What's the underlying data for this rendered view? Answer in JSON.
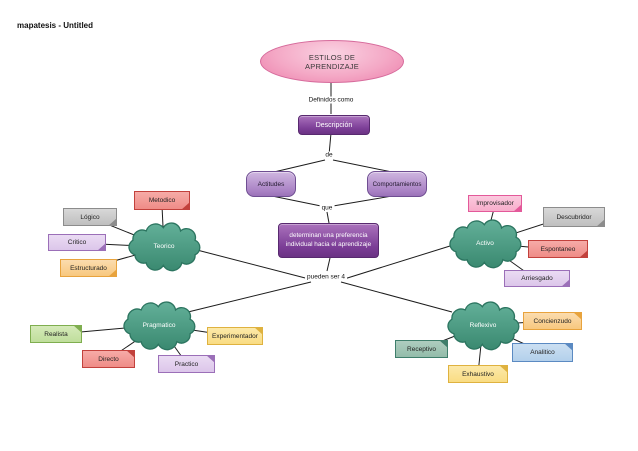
{
  "window": {
    "title": "mapatesis - Untitled"
  },
  "root_node": {
    "label": "ESTILOS DE\nAPRENDIZAJE"
  },
  "connector_labels": {
    "definidos_como": "Definidos como",
    "de": "de",
    "que": "que",
    "pueden_ser": "pueden ser 4"
  },
  "nodes": {
    "descripcion": "Descripción",
    "actitudes": "Actitudes",
    "comportamientos": "Comportamientos",
    "preferencia": "determinan una preferencia individual hacia el aprendizaje"
  },
  "clouds": [
    {
      "label": "Teorico",
      "notes": [
        {
          "label": "Metodico",
          "color": "red"
        },
        {
          "label": "Lógico",
          "color": "gray"
        },
        {
          "label": "Critico",
          "color": "lavender"
        },
        {
          "label": "Estructurado",
          "color": "orange"
        }
      ]
    },
    {
      "label": "Activo",
      "notes": [
        {
          "label": "Improvisador",
          "color": "pink"
        },
        {
          "label": "Descubridor",
          "color": "gray"
        },
        {
          "label": "Espontaneo",
          "color": "red"
        },
        {
          "label": "Arriesgado",
          "color": "lavender"
        }
      ]
    },
    {
      "label": "Pragmatico",
      "notes": [
        {
          "label": "Realista",
          "color": "green"
        },
        {
          "label": "Experimentador",
          "color": "yellow"
        },
        {
          "label": "Directo",
          "color": "red"
        },
        {
          "label": "Practico",
          "color": "lavender"
        }
      ]
    },
    {
      "label": "Reflexivo",
      "notes": [
        {
          "label": "Concienzudo",
          "color": "orange"
        },
        {
          "label": "Receptivo",
          "color": "teal"
        },
        {
          "label": "Analitico",
          "color": "blue"
        },
        {
          "label": "Exhaustivo",
          "color": "yellow"
        }
      ]
    }
  ],
  "edges": [
    {
      "from": "ESTILOS DE APRENDIZAJE",
      "to": "Descripción",
      "label": "Definidos como"
    },
    {
      "from": "Descripción",
      "to": "Actitudes",
      "label": "de"
    },
    {
      "from": "Descripción",
      "to": "Comportamientos",
      "label": "de"
    },
    {
      "from": "Actitudes",
      "to": "determinan una preferencia individual hacia el aprendizaje",
      "label": "que"
    },
    {
      "from": "Comportamientos",
      "to": "determinan una preferencia individual hacia el aprendizaje",
      "label": "que"
    },
    {
      "from": "determinan una preferencia individual hacia el aprendizaje",
      "to": "Teorico",
      "label": "pueden ser 4"
    },
    {
      "from": "determinan una preferencia individual hacia el aprendizaje",
      "to": "Activo",
      "label": "pueden ser 4"
    },
    {
      "from": "determinan una preferencia individual hacia el aprendizaje",
      "to": "Pragmatico",
      "label": "pueden ser 4"
    },
    {
      "from": "determinan una preferencia individual hacia el aprendizaje",
      "to": "Reflexivo",
      "label": "pueden ser 4"
    },
    {
      "from": "Teorico",
      "to": "Metodico"
    },
    {
      "from": "Teorico",
      "to": "Lógico"
    },
    {
      "from": "Teorico",
      "to": "Critico"
    },
    {
      "from": "Teorico",
      "to": "Estructurado"
    },
    {
      "from": "Activo",
      "to": "Improvisador"
    },
    {
      "from": "Activo",
      "to": "Descubridor"
    },
    {
      "from": "Activo",
      "to": "Espontaneo"
    },
    {
      "from": "Activo",
      "to": "Arriesgado"
    },
    {
      "from": "Pragmatico",
      "to": "Realista"
    },
    {
      "from": "Pragmatico",
      "to": "Experimentador"
    },
    {
      "from": "Pragmatico",
      "to": "Directo"
    },
    {
      "from": "Pragmatico",
      "to": "Practico"
    },
    {
      "from": "Reflexivo",
      "to": "Concienzudo"
    },
    {
      "from": "Reflexivo",
      "to": "Receptivo"
    },
    {
      "from": "Reflexivo",
      "to": "Analitico"
    },
    {
      "from": "Reflexivo",
      "to": "Exhaustivo"
    }
  ],
  "palette": {
    "root_fill": "#F2A8C4",
    "root_border": "#D66A9B",
    "primary_purple": "#7B3D96",
    "light_purple": "#A981C4",
    "cloud_teal": "#47977F",
    "cloud_border": "#2C7560",
    "note_red": "#EF8C87",
    "note_gray": "#BFBFBF",
    "note_lavender": "#DCC6EA",
    "note_orange": "#F8C87E",
    "note_pink": "#F7AECB",
    "note_green": "#BFDE9B",
    "note_yellow": "#F9DC83",
    "note_teal": "#93BCAA",
    "note_blue": "#B3D0EB",
    "line": "#1C1C1C"
  }
}
